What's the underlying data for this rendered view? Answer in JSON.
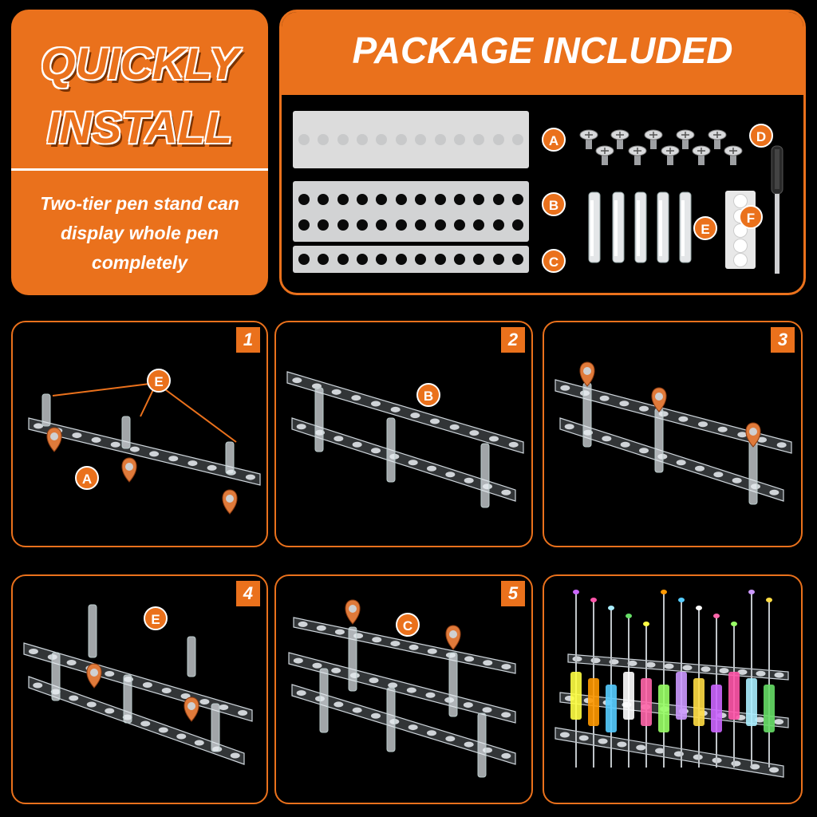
{
  "quick": {
    "title_line1": "QUICKLY",
    "title_line2": "INSTALL",
    "description": "Two-tier pen stand can display whole pen completely"
  },
  "package": {
    "title": "PACKAGE INCLUDED",
    "labels": [
      "A",
      "B",
      "C",
      "D",
      "E",
      "F"
    ]
  },
  "steps": [
    {
      "number": "1",
      "labels": [
        "E",
        "A"
      ]
    },
    {
      "number": "2",
      "labels": [
        "B"
      ]
    },
    {
      "number": "3",
      "labels": []
    },
    {
      "number": "4",
      "labels": [
        "E"
      ]
    },
    {
      "number": "5",
      "labels": [
        "C"
      ]
    },
    {
      "number": "",
      "labels": []
    }
  ],
  "colors": {
    "accent": "#ea711c",
    "background": "#000000",
    "text": "#ffffff"
  }
}
